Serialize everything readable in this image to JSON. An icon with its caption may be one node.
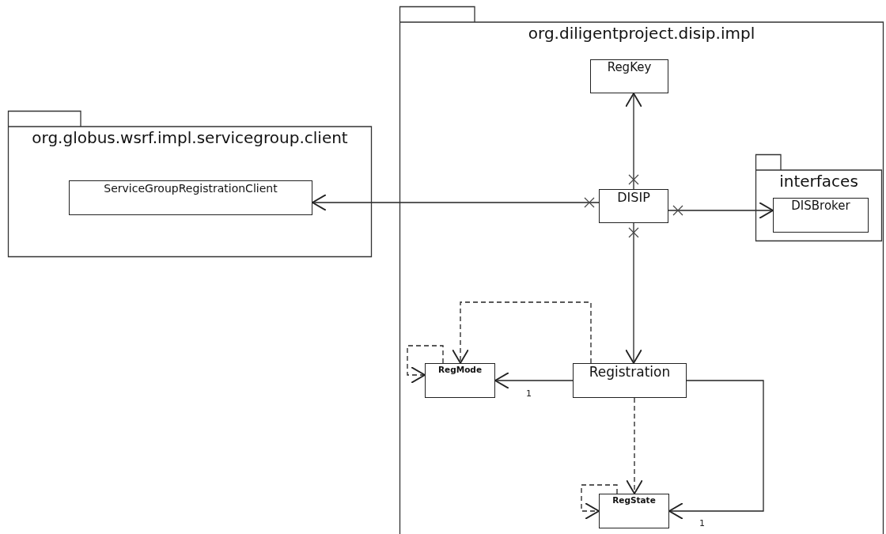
{
  "diagram": {
    "nodes": [
      {
        "text": [
          "org.globus.wsrf.impl.servicegroup.client"
        ]
      },
      {
        "text": [
          "ServiceGroupRegistrationClient"
        ],
        "in": 0
      },
      {
        "text": [
          "org.diligentproject.disip.impl"
        ]
      },
      {
        "text": [
          "RegKey"
        ],
        "in": 2
      },
      {
        "text": [
          "DISIP"
        ],
        "in": 2
      },
      {
        "text": [
          "interfaces"
        ],
        "in": 2
      },
      {
        "text": [
          "DISBroker"
        ],
        "in": 5
      },
      {
        "text": [
          "RegMode"
        ],
        "in": 2
      },
      {
        "text": [
          "Registration"
        ],
        "in": 2
      },
      {
        "text": [
          "RegState"
        ],
        "in": 2
      }
    ],
    "edges": [
      {
        "from": 4,
        "to": 1,
        "arrow": "to"
      },
      {
        "from": 4,
        "to": 3,
        "arrow": "to"
      },
      {
        "from": 4,
        "to": 6,
        "arrow": "to"
      },
      {
        "from": 4,
        "to": 8,
        "arrow": "to"
      },
      {
        "from": 8,
        "to": 7,
        "arrow": "to",
        "label": "1"
      },
      {
        "from": 8,
        "to": 9,
        "arrow": "to",
        "label": "1"
      },
      {
        "from": 8,
        "to": 7,
        "arrow": "to",
        "style": "dashed"
      },
      {
        "from": 7,
        "to": 7,
        "arrow": "to",
        "style": "dashed"
      },
      {
        "from": 8,
        "to": 9,
        "arrow": "to",
        "style": "dashed"
      },
      {
        "from": 9,
        "to": 9,
        "arrow": "to",
        "style": "dashed"
      }
    ]
  }
}
